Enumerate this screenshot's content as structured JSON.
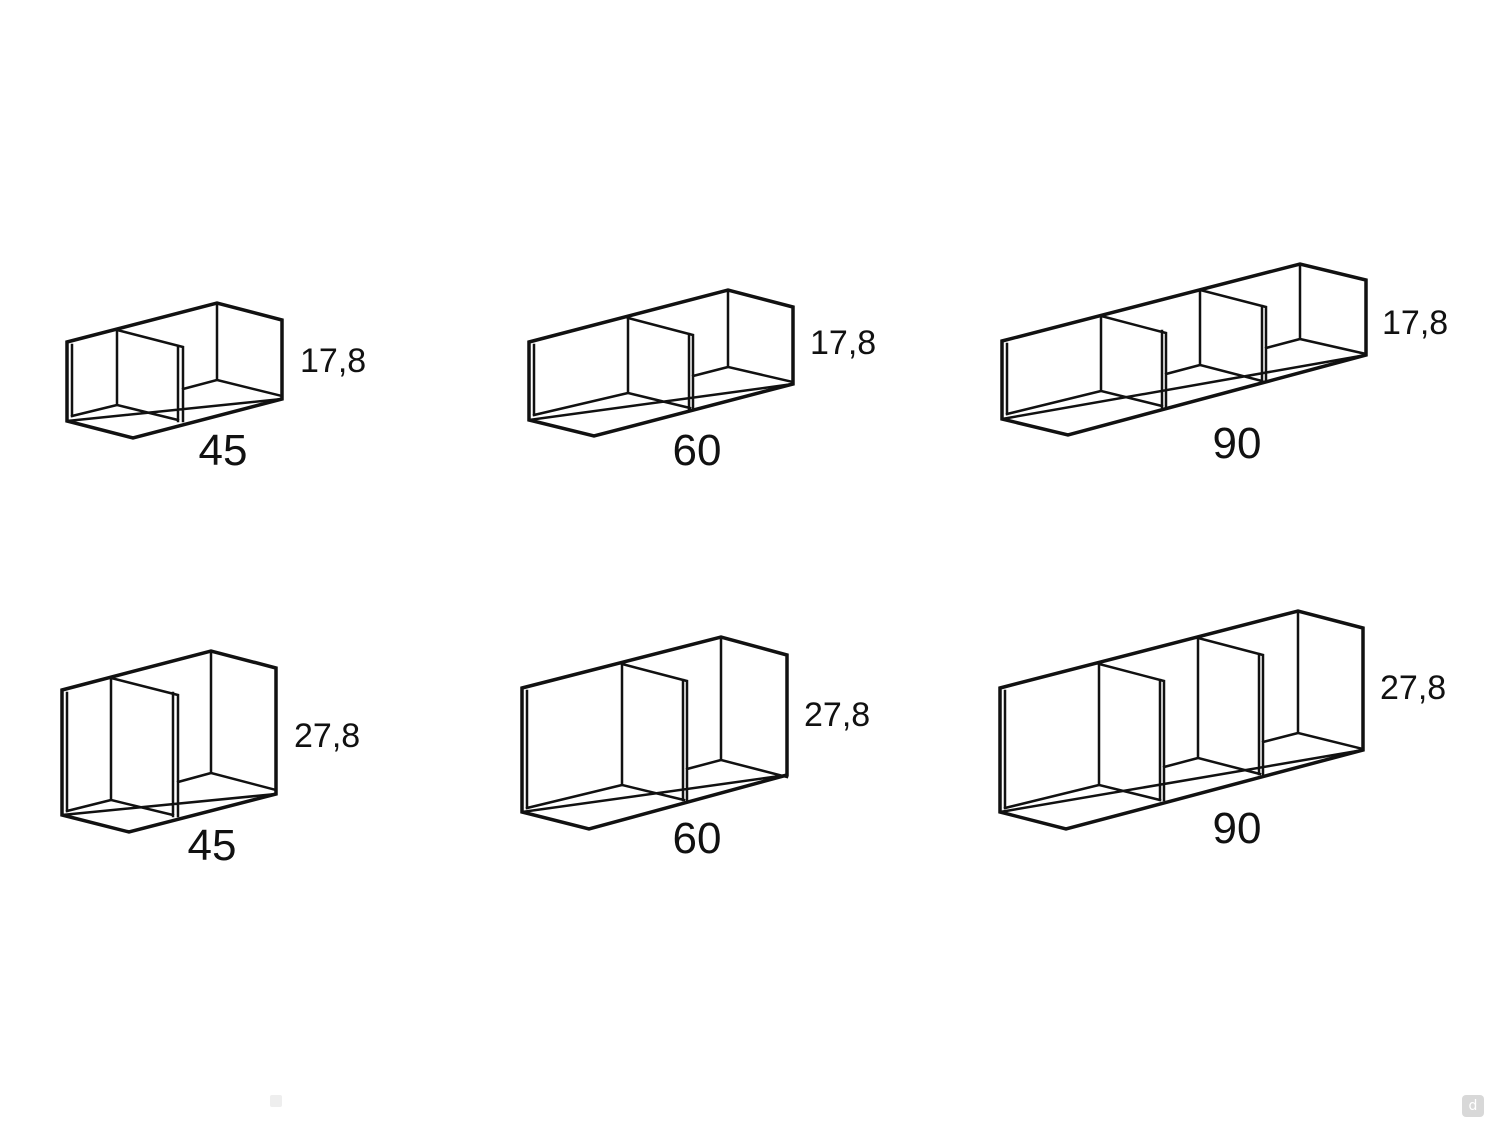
{
  "shelves": [
    {
      "id": "s45-178",
      "width": "45",
      "height": "17,8"
    },
    {
      "id": "s60-178",
      "width": "60",
      "height": "17,8"
    },
    {
      "id": "s90-178",
      "width": "90",
      "height": "17,8"
    },
    {
      "id": "s45-278",
      "width": "45",
      "height": "27,8"
    },
    {
      "id": "s60-278",
      "width": "60",
      "height": "27,8"
    },
    {
      "id": "s90-278",
      "width": "90",
      "height": "27,8"
    }
  ],
  "badge": {
    "glyph": "d",
    "color": "#d8d8d8"
  },
  "colors": {
    "line": "#111111",
    "background": "#ffffff"
  }
}
